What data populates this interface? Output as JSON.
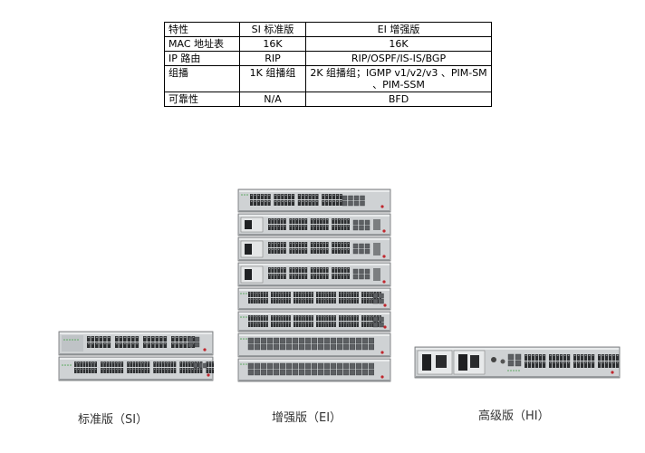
{
  "table": {
    "header": [
      "特性",
      "SI 标准版",
      "EI 增强版"
    ],
    "rows": [
      [
        "MAC 地址表",
        "16K",
        "16K"
      ],
      [
        "IP 路由",
        "RIP",
        "RIP/OSPF/IS-IS/BGP"
      ],
      [
        "组播",
        "1K 组播组",
        "2K 组播组；IGMP v1/v2/v3 、PIM-SM 、PIM-SSM"
      ],
      [
        "可靠性",
        "N/A",
        "BFD"
      ]
    ]
  },
  "devices": [
    {
      "caption": "标准版（SI）",
      "icon": "switch-stack-si"
    },
    {
      "caption": "增强版（EI）",
      "icon": "switch-stack-ei"
    },
    {
      "caption": "高级版（HI）",
      "icon": "switch-hi"
    }
  ]
}
